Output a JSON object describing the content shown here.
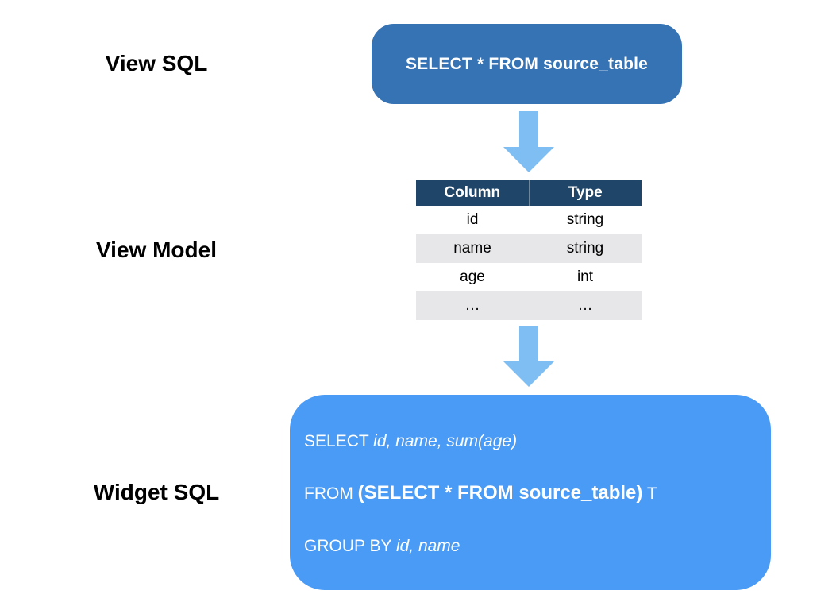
{
  "labels": {
    "view_sql": "View SQL",
    "view_model": "View Model",
    "widget_sql": "Widget SQL"
  },
  "view_sql_box": {
    "text": "SELECT * FROM source_table"
  },
  "view_model_table": {
    "header": {
      "column": "Column",
      "type": "Type"
    },
    "rows": [
      {
        "column": "id",
        "type": "string"
      },
      {
        "column": "name",
        "type": "string"
      },
      {
        "column": "age",
        "type": "int"
      },
      {
        "column": "…",
        "type": "…"
      }
    ]
  },
  "arrows": {
    "direction": "down",
    "count": 2
  },
  "widget_sql_box": {
    "lines": [
      {
        "segments": [
          {
            "text": "SELECT ",
            "style": "regular"
          },
          {
            "text": "id, name, sum(age)",
            "style": "italic"
          }
        ]
      },
      {
        "segments": [
          {
            "text": "FROM ",
            "style": "regular"
          },
          {
            "text": "(SELECT * FROM source_table)",
            "style": "bold-large"
          },
          {
            "text": " T",
            "style": "regular"
          }
        ]
      },
      {
        "segments": [
          {
            "text": "GROUP BY ",
            "style": "regular"
          },
          {
            "text": "id, name",
            "style": "italic"
          }
        ]
      }
    ]
  },
  "colors": {
    "view_sql_box_bg": "#3573B5",
    "table_header_bg": "#1F4568",
    "table_alt_row_bg": "#E7E7EA",
    "arrow": "#7FBEF2",
    "widget_box_bg": "#4A9BF5",
    "text_on_blue": "#FFFFFF",
    "label_text": "#000000"
  }
}
